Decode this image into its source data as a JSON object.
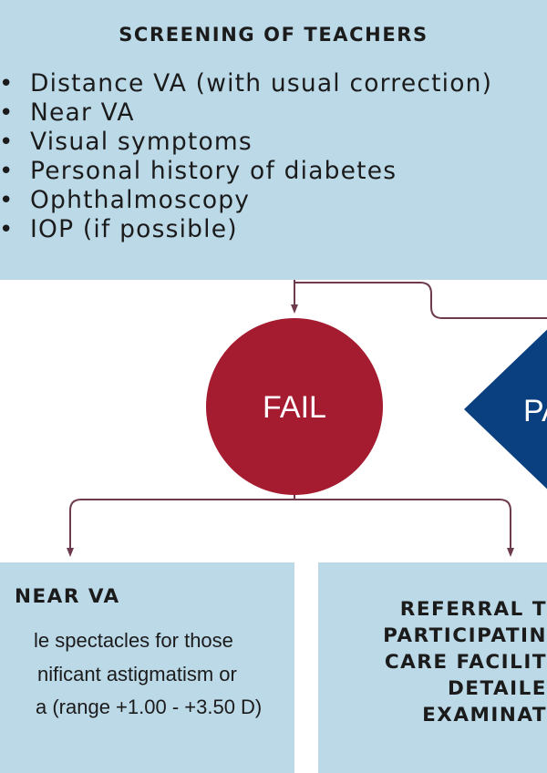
{
  "screening": {
    "title": "SCREENING OF TEACHERS",
    "items": [
      "Distance VA (with usual correction)",
      "Near VA",
      "Visual symptoms",
      "Personal history of diabetes",
      "Ophthalmoscopy",
      "IOP (if possible)"
    ]
  },
  "fail_node": {
    "label": "FAIL"
  },
  "pass_node": {
    "label": "PA"
  },
  "near_va": {
    "title": "NEAR VA",
    "lines": [
      "le spectacles for those",
      "nificant astigmatism or",
      "a (range +1.00 - +3.50 D)"
    ]
  },
  "referral": {
    "lines": [
      "REFERRAL T",
      "PARTICIPATIN",
      "CARE FACILIT",
      "DETAILE",
      "EXAMINAT"
    ]
  },
  "colors": {
    "box_fill": "#bcd9e8",
    "fail_fill": "#a51c30",
    "pass_fill": "#0b4080",
    "connector": "#6e3b4e"
  }
}
